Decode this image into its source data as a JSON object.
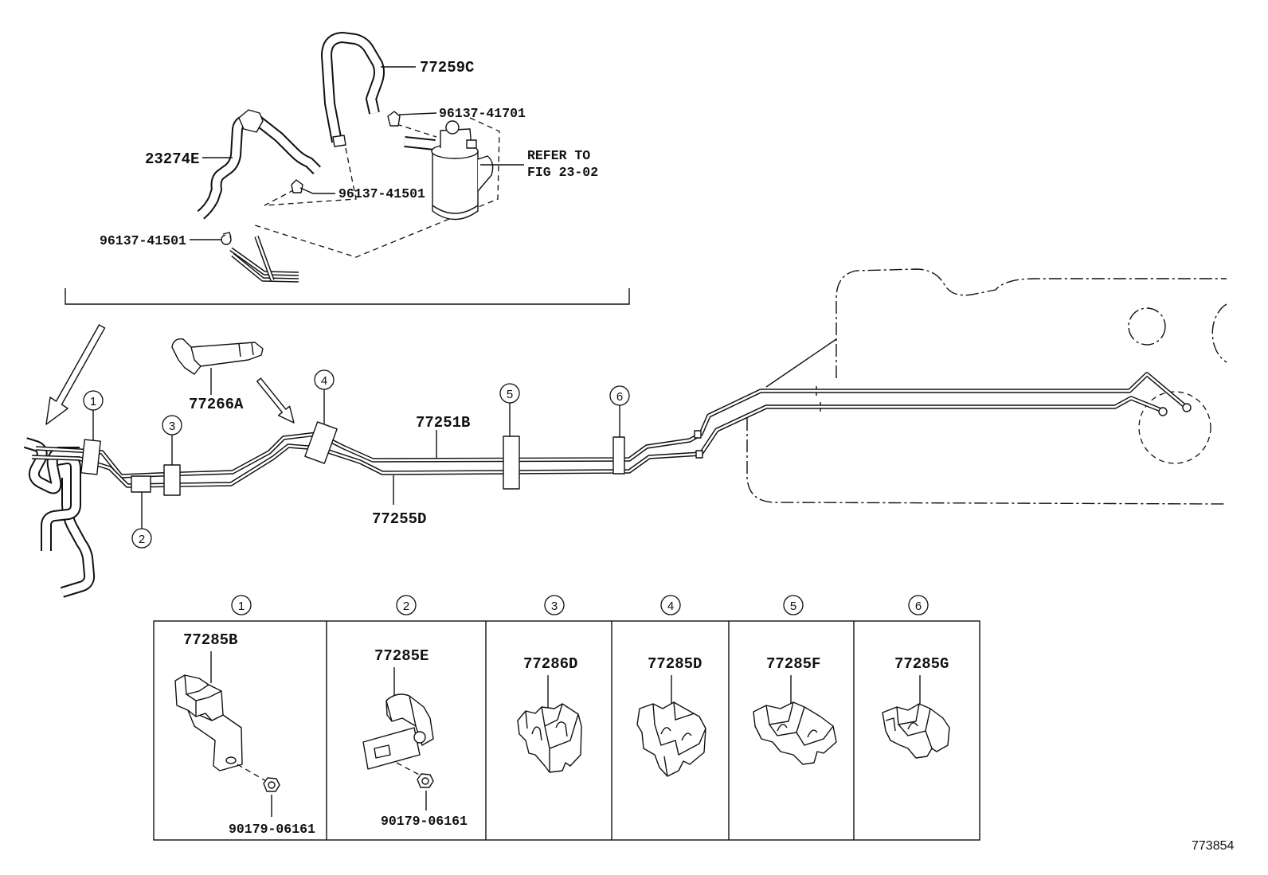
{
  "figure_number": "773854",
  "top_assembly": {
    "hose_upper": "77259C",
    "clip_upper": "96137-41701",
    "refer_line_1": "REFER TO",
    "refer_line_2": "FIG 23-02",
    "hose_lower": "23274E",
    "clip_mid": "96137-41501",
    "clip_left": "96137-41501"
  },
  "main_assembly": {
    "bracket": "77266A",
    "tube_upper": "77251B",
    "tube_lower": "77255D",
    "clamp_markers": [
      "1",
      "2",
      "3",
      "4",
      "5",
      "6"
    ]
  },
  "clamp_details": [
    {
      "marker": "1",
      "part": "77285B",
      "fastener": "90179-06161"
    },
    {
      "marker": "2",
      "part": "77285E",
      "fastener": "90179-06161"
    },
    {
      "marker": "3",
      "part": "77286D"
    },
    {
      "marker": "4",
      "part": "77285D"
    },
    {
      "marker": "5",
      "part": "77285F"
    },
    {
      "marker": "6",
      "part": "77285G"
    }
  ]
}
